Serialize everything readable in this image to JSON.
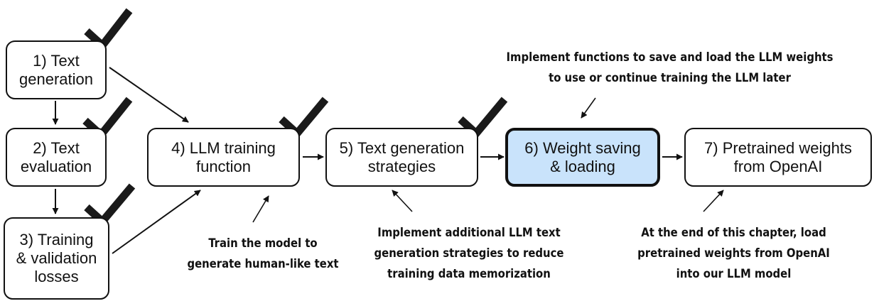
{
  "steps": [
    {
      "label": "1) Text\ngeneration",
      "completed": true
    },
    {
      "label": "2) Text\nevaluation",
      "completed": true
    },
    {
      "label": "3) Training\n& validation\nlosses",
      "completed": true
    },
    {
      "label": "4) LLM training\nfunction",
      "completed": true
    },
    {
      "label": "5) Text generation\nstrategies",
      "completed": true
    },
    {
      "label": "6) Weight saving\n& loading",
      "completed": false,
      "highlighted": true
    },
    {
      "label": "7) Pretrained weights\nfrom OpenAI",
      "completed": false
    }
  ],
  "notes": {
    "step4": "Train the model to\ngenerate human-like text",
    "step5": "Implement additional LLM text\ngeneration strategies to reduce\ntraining data memorization",
    "step6": "Implement functions to save and load the LLM weights\nto use or continue training the LLM later",
    "step7": "At the end of this chapter, load\npretrained weights from OpenAI\ninto our LLM model"
  },
  "colors": {
    "highlight_fill": "#c9e3fb",
    "border": "#111111",
    "check": "#1a1a1a"
  }
}
